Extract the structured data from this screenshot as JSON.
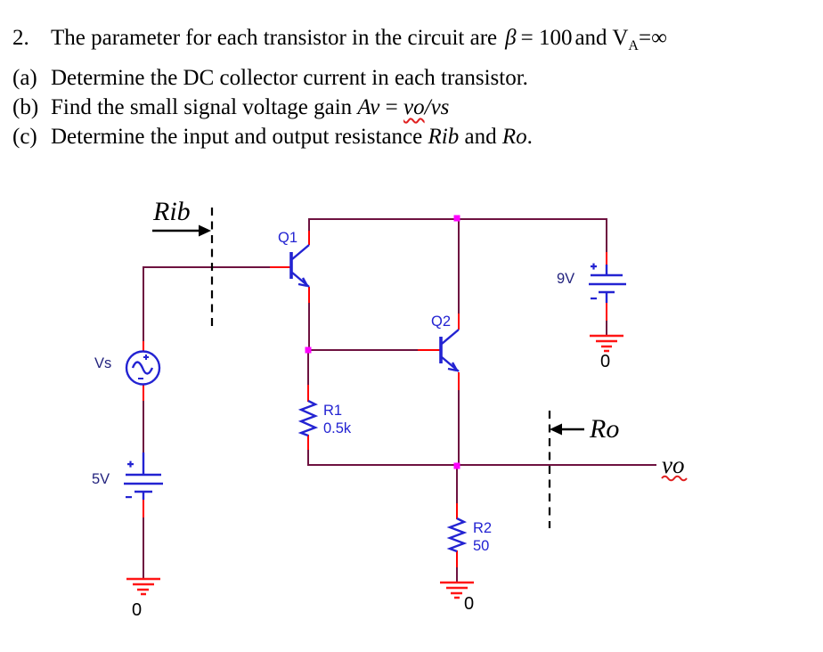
{
  "problem": {
    "number": "2.",
    "line1": {
      "pre": "The parameter for each transistor in the circuit are",
      "beta": "β",
      "eq": "= 100",
      "mid": "and V",
      "vsub": "A",
      "tail": "=∞"
    },
    "items": [
      {
        "label": "(a)",
        "text": "Determine the DC collector current in each transistor."
      },
      {
        "label": "(b)",
        "pre": "Find the small signal voltage gain",
        "av": "Av",
        "eq": "=",
        "vo": "vo",
        "slash": "/",
        "vs": "vs"
      },
      {
        "label": "(c)",
        "pre": "Determine the input and output resistance",
        "rib": "Rib",
        "mid": "and",
        "ro": "Ro",
        "tail": "."
      }
    ]
  },
  "circuit": {
    "q1": "Q1",
    "q2": "Q2",
    "r1_name": "R1",
    "r1_value": "0.5k",
    "r2_name": "R2",
    "r2_value": "50",
    "vs_label": "Vs",
    "v5_label": "5V",
    "v9_label": "9V",
    "gnd_9v": "0",
    "gnd_r2": "0",
    "gnd_5v": "0",
    "rib_label": "Rib",
    "ro_label": "Ro",
    "vo_label": "vo",
    "colors": {
      "wire": "#6e1240",
      "pin": "#ff0000",
      "node": "#ff00ff",
      "device": "#2323d2",
      "source_label": "#23237e",
      "ground": "#ff1515",
      "annotation": "#000000",
      "squiggle": "#e02020"
    }
  }
}
